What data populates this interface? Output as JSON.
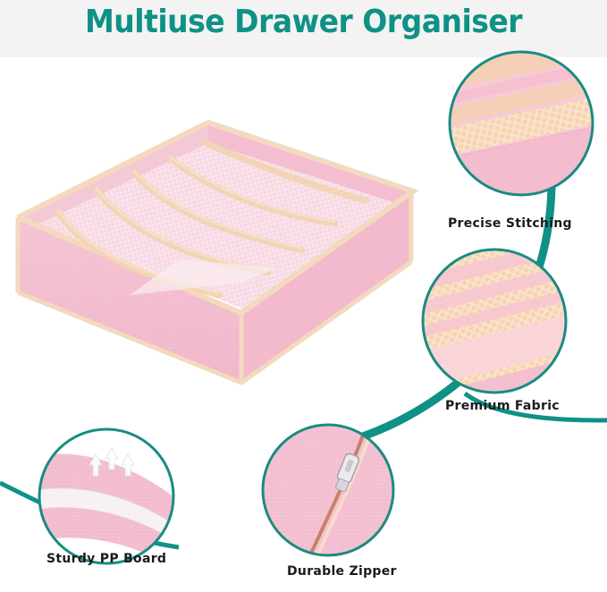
{
  "title": "Multiuse Drawer Organiser",
  "features": {
    "stitching": "Precise Stitching",
    "fabric": "Premium Fabric",
    "board": "Sturdy PP Board",
    "zipper": "Durable Zipper"
  },
  "colors": {
    "title": "#0f9186",
    "arc": "#0f9186",
    "circle_border": "#1a8b82",
    "fabric_pink": "#f4c4d3",
    "trim_beige": "#f3d9bd"
  },
  "icons": [
    "arrow-up-icon"
  ]
}
